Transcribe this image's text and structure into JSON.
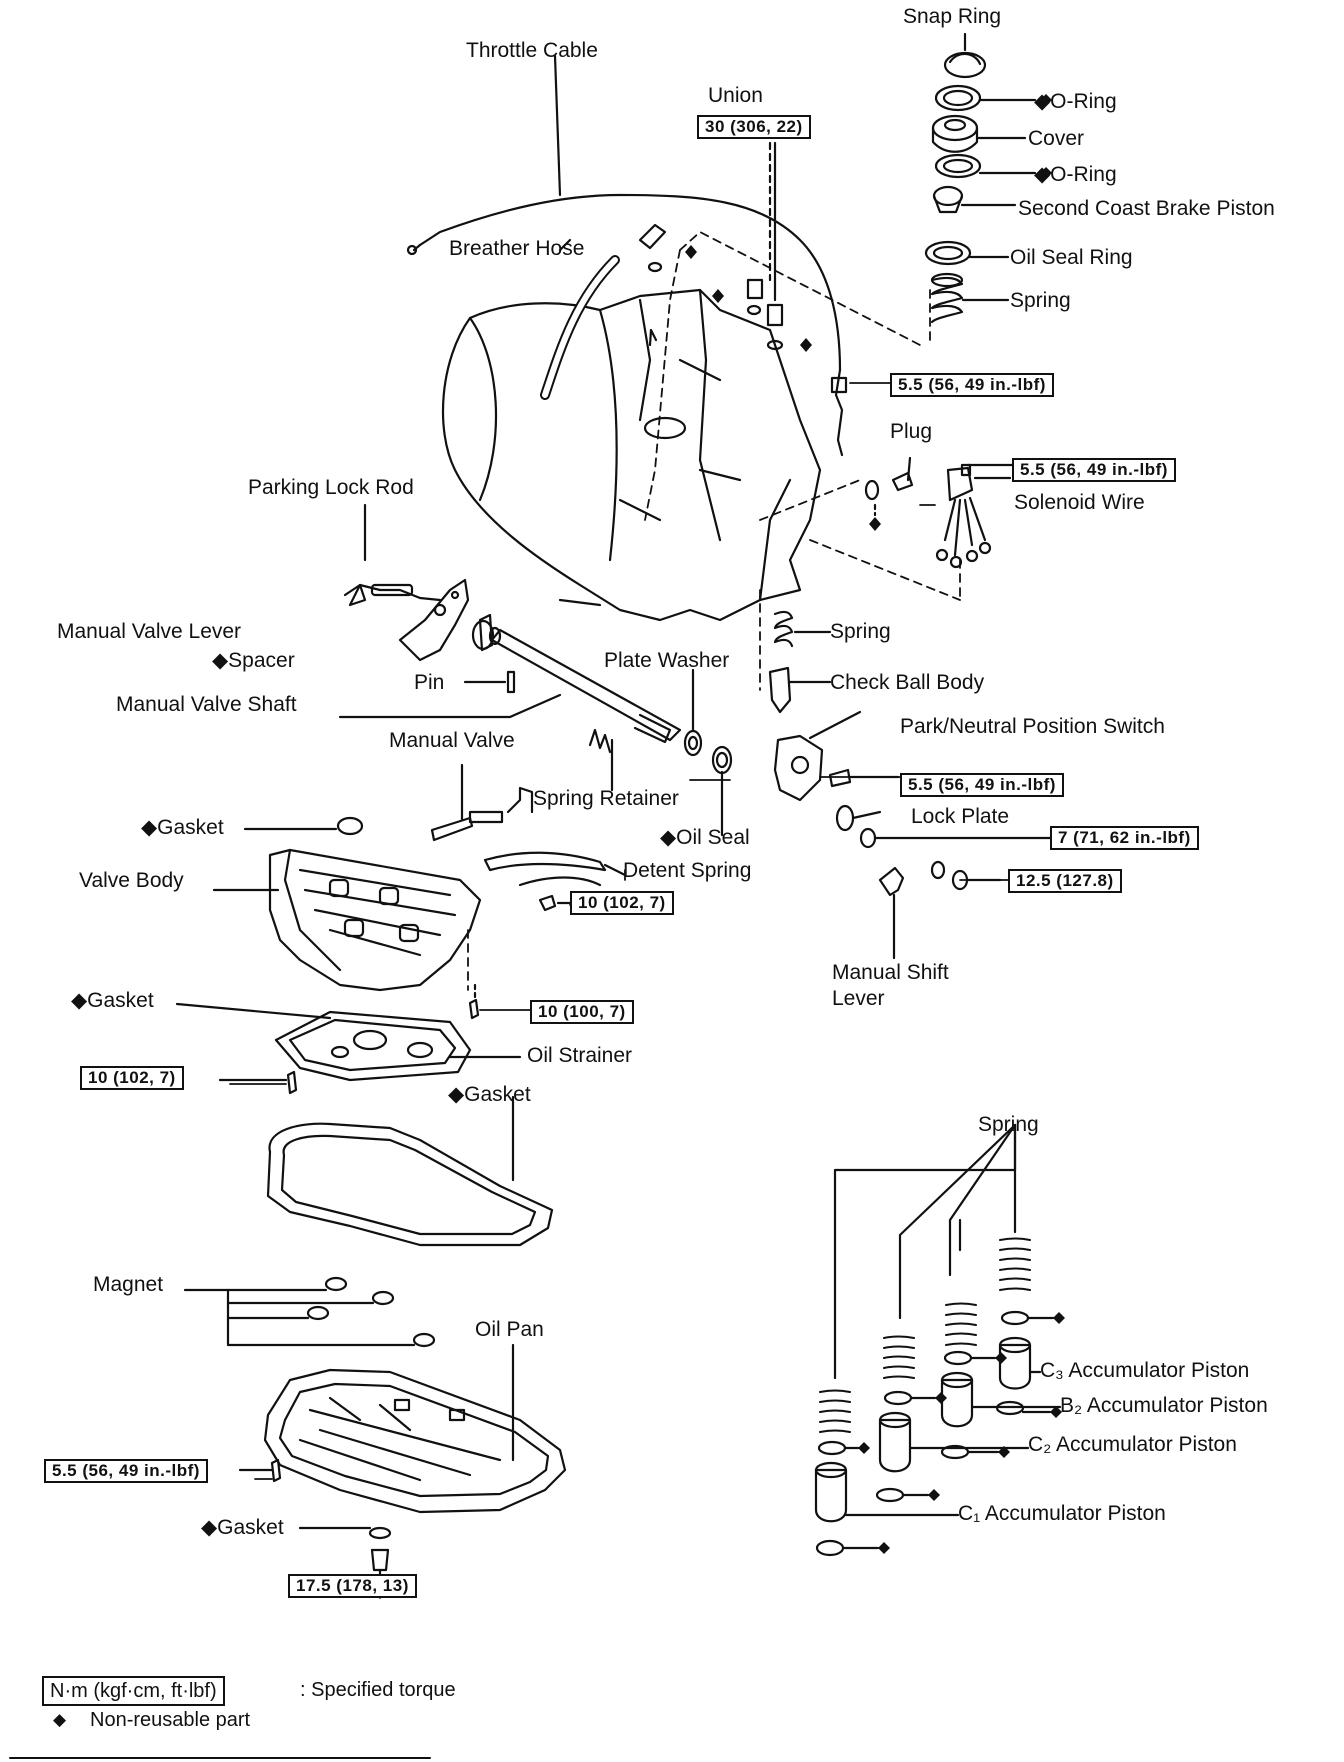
{
  "labels": {
    "snap_ring": "Snap Ring",
    "o_ring_1": "◆O-Ring",
    "cover": "Cover",
    "o_ring_2": "◆O-Ring",
    "second_coast_brake_piston": "Second Coast Brake Piston",
    "oil_seal_ring": "Oil Seal Ring",
    "spring_top": "Spring",
    "throttle_cable": "Throttle Cable",
    "union": "Union",
    "breather_hose": "Breather Hose",
    "plug": "Plug",
    "solenoid_wire": "Solenoid Wire",
    "parking_lock_rod": "Parking Lock Rod",
    "manual_valve_lever": "Manual Valve Lever",
    "spacer": "◆Spacer",
    "pin": "Pin",
    "manual_valve_shaft": "Manual Valve Shaft",
    "plate_washer": "Plate Washer",
    "spring_mid": "Spring",
    "check_ball_body": "Check Ball Body",
    "park_neutral_switch": "Park/Neutral Position Switch",
    "manual_valve": "Manual Valve",
    "spring_retainer": "Spring Retainer",
    "lock_plate": "Lock Plate",
    "gasket_valve": "◆Gasket",
    "oil_seal": "◆Oil Seal",
    "valve_body": "Valve Body",
    "detent_spring": "Detent Spring",
    "manual_shift_lever_1": "Manual Shift",
    "manual_shift_lever_2": "Lever",
    "gasket_strainer": "◆Gasket",
    "oil_strainer": "Oil Strainer",
    "gasket_pan_top": "◆Gasket",
    "spring_acc": "Spring",
    "magnet": "Magnet",
    "oil_pan": "Oil Pan",
    "c3_piston": "C₃ Accumulator Piston",
    "b2_piston": "B₂ Accumulator Piston",
    "c2_piston": "C₂ Accumulator Piston",
    "c1_piston": "C₁ Accumulator Piston",
    "gasket_drain": "◆Gasket"
  },
  "torques": {
    "union": "30 (306, 22)",
    "cable_bolt": "5.5 (56, 49 in.-lbf)",
    "solenoid_bolt": "5.5 (56, 49 in.-lbf)",
    "pnp_switch": "5.5 (56, 49 in.-lbf)",
    "nut_7": "7 (71, 62 in.-lbf)",
    "nut_12": "12.5 (127.8)",
    "detent_spring": "10 (102, 7)",
    "valve_body": "10 (100, 7)",
    "strainer": "10 (102, 7)",
    "oil_pan": "5.5 (56, 49 in.-lbf)",
    "drain_plug": "17.5 (178, 13)"
  },
  "legend": {
    "torque_key": "N·m (kgf·cm, ft·lbf)",
    "torque_desc": ":  Specified torque",
    "nonreusable_symbol": "◆",
    "nonreusable_desc": "Non-reusable part"
  }
}
